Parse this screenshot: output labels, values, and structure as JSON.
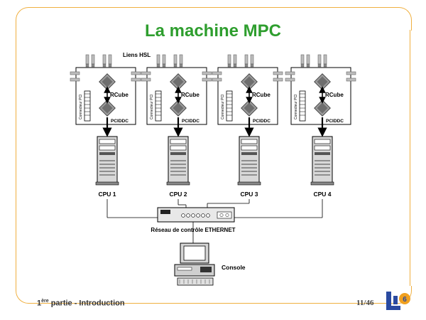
{
  "slide": {
    "title": "La machine MPC",
    "footer_text": "partie - Introduction",
    "footer_num": "1",
    "footer_sup": "ère",
    "page": "11/46",
    "logo_text": "LIP",
    "logo_num": "6"
  },
  "diagram": {
    "hsl_label": "Liens HSL",
    "rcube_label": "RCube",
    "pciddc_label": "PCIDDC",
    "connector_label": "Connecteur PCI",
    "nodes": [
      {
        "cpu": "CPU 1"
      },
      {
        "cpu": "CPU 2"
      },
      {
        "cpu": "CPU 3"
      },
      {
        "cpu": "CPU 4"
      }
    ],
    "network_label": "Réseau de contrôle ETHERNET",
    "console_label": "Console"
  },
  "colors": {
    "frame": "#f0b040",
    "title": "#2e9e2e",
    "logo_blue": "#2a4aa0",
    "logo_orange": "#f0a020"
  }
}
